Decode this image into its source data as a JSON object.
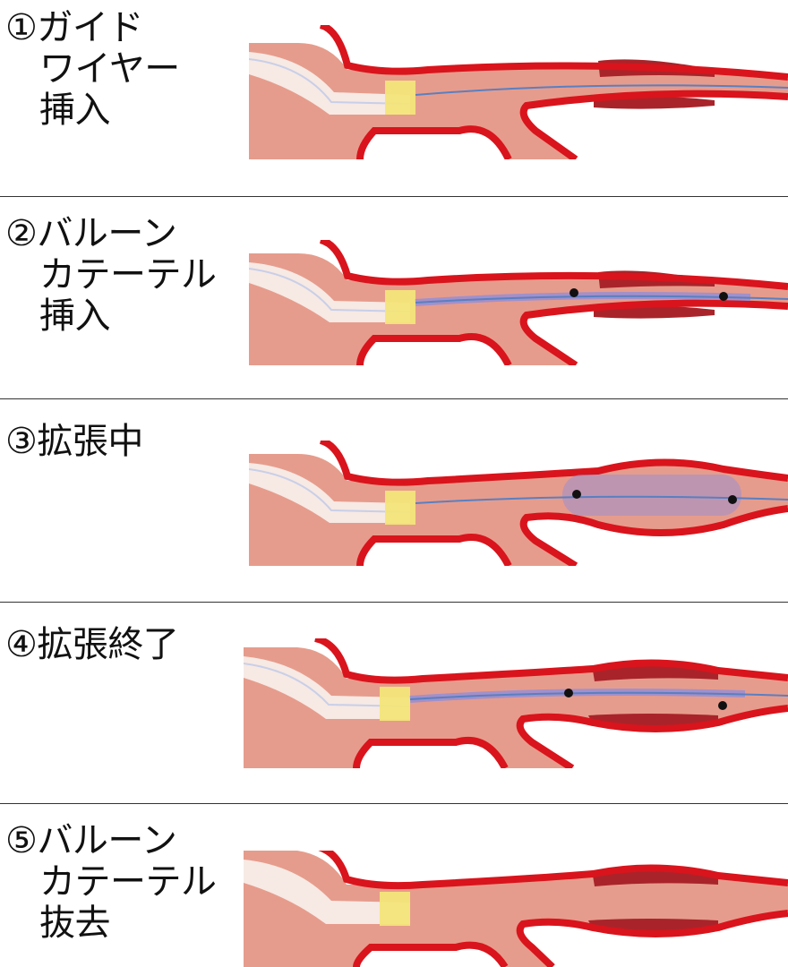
{
  "steps": [
    {
      "number": "①",
      "lines": [
        "ガイド",
        "ワイヤー",
        "挿入"
      ]
    },
    {
      "number": "②",
      "lines": [
        "バルーン",
        "カテーテル",
        "挿入"
      ]
    },
    {
      "number": "③",
      "lines": [
        "拡張中"
      ]
    },
    {
      "number": "④",
      "lines": [
        "拡張終了"
      ]
    },
    {
      "number": "⑤",
      "lines": [
        "バルーン",
        "カテーテル",
        "抜去"
      ]
    }
  ],
  "colors": {
    "vessel_wall": "#d9141c",
    "vessel_lumen": "#e69c8c",
    "lumen_light": "#eab0a3",
    "plaque": "#a8242a",
    "catheter": "#f7e9e4",
    "marker_band": "#f3e57a",
    "balloon": "#9a8fd0",
    "wire": "#5a7fc0"
  }
}
